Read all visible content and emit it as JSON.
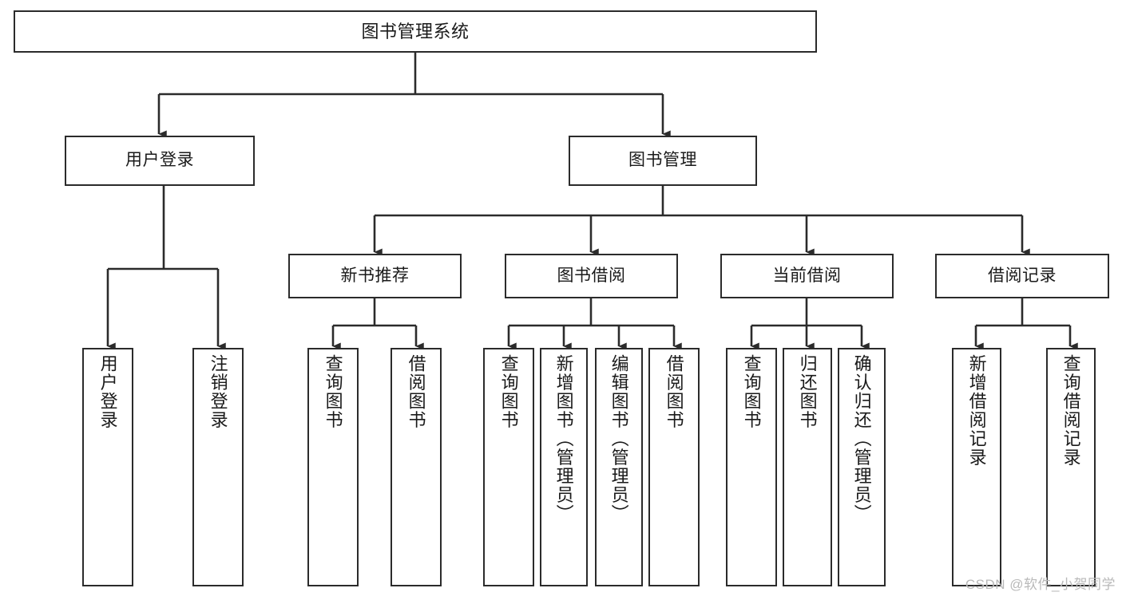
{
  "diagram": {
    "title": "图书管理系统",
    "type": "tree-hierarchy",
    "watermark": "CSDN @软件_小贺同学",
    "colors": {
      "stroke": "#2b2b2b",
      "fill": "#ffffff",
      "text": "#1a1a1a",
      "watermark": "#b9b9b9"
    }
  },
  "nodes": {
    "root": {
      "label": "图书管理系统"
    },
    "level1": [
      {
        "label": "用户登录"
      },
      {
        "label": "图书管理"
      }
    ],
    "level2": [
      {
        "label": "新书推荐"
      },
      {
        "label": "图书借阅"
      },
      {
        "label": "当前借阅"
      },
      {
        "label": "借阅记录"
      }
    ],
    "leaves": {
      "user_login": [
        {
          "label": "用户登录"
        },
        {
          "label": "注销登录"
        }
      ],
      "new_book_recommend": [
        {
          "label": "查询图书"
        },
        {
          "label": "借阅图书"
        }
      ],
      "book_borrow": [
        {
          "label": "查询图书"
        },
        {
          "label": "新增图书（管理员）"
        },
        {
          "label": "编辑图书（管理员）"
        },
        {
          "label": "借阅图书"
        }
      ],
      "current_borrow": [
        {
          "label": "查询图书"
        },
        {
          "label": "归还图书"
        },
        {
          "label": "确认归还（管理员）"
        }
      ],
      "borrow_record": [
        {
          "label": "新增借阅记录"
        },
        {
          "label": "查询借阅记录"
        }
      ]
    }
  }
}
